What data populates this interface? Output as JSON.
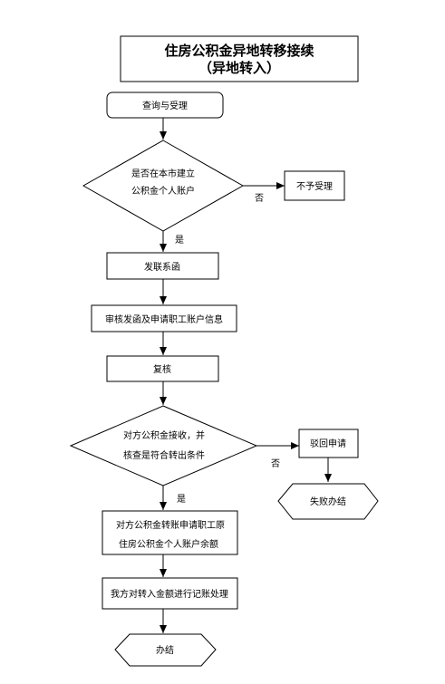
{
  "title": {
    "line1": "住房公积金异地转移接续",
    "line2": "（异地转入）"
  },
  "nodes": {
    "query": "查询与受理",
    "decision1_line1": "是否在本市建立",
    "decision1_line2": "公积金个人账户",
    "reject": "不予受理",
    "send_letter": "发联系函",
    "review_letter": "审核发函及申请职工账户信息",
    "recheck": "复核",
    "decision2_line1": "对方公积金接收，并",
    "decision2_line2": "核查是符合转出条件",
    "return_request": "驳回申请",
    "fail": "失败办结",
    "transfer_line1": "对方公积金转账申请职工原",
    "transfer_line2": "住房公积金个人账户余额",
    "record": "我方对转入金额进行记账处理",
    "finish": "办结"
  },
  "edges": {
    "d1_no": "否",
    "d1_yes": "是",
    "d2_no": "否",
    "d2_yes": "是"
  }
}
